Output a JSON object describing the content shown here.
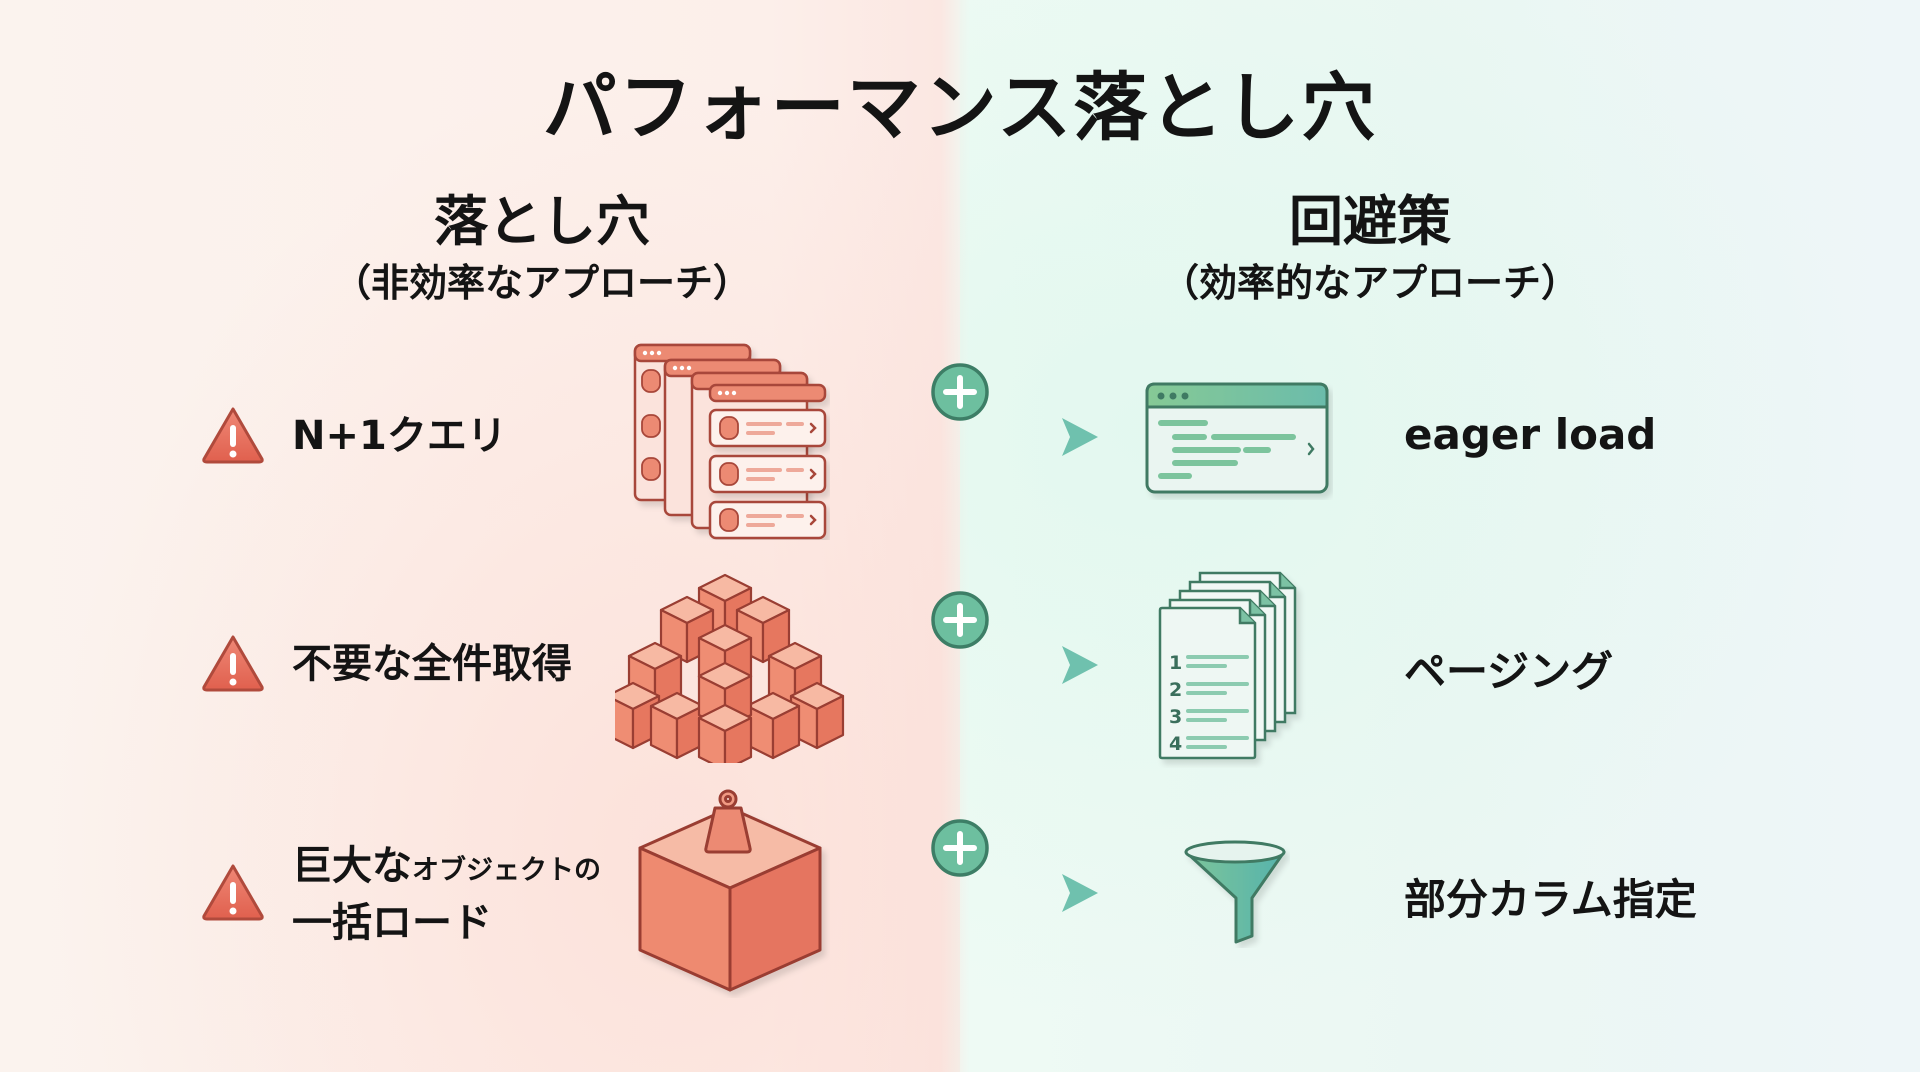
{
  "title": "パフォーマンス落とし穴",
  "left_column": {
    "heading": "落とし穴",
    "subheading": "（非効率なアプローチ）",
    "accent_color": "#e8705e"
  },
  "right_column": {
    "heading": "回避策",
    "subheading": "（効率的なアプローチ）",
    "accent_color": "#5fb99a"
  },
  "rows": [
    {
      "pitfall": {
        "label": "N+1クエリ",
        "icon": "stacked-query-windows-icon"
      },
      "solution": {
        "label": "eager load",
        "icon": "code-window-icon"
      }
    },
    {
      "pitfall": {
        "label": "不要な全件取得",
        "icon": "cube-pile-icon"
      },
      "solution": {
        "label": "ページング",
        "icon": "numbered-pages-icon",
        "page_numbers": [
          "1",
          "2",
          "3",
          "4"
        ]
      }
    },
    {
      "pitfall": {
        "label_large": "巨大な",
        "label_small": "オブジェクトの",
        "label_line2": "一括ロード",
        "icon": "heavy-cube-icon"
      },
      "solution": {
        "label": "部分カラム指定",
        "icon": "funnel-icon"
      }
    }
  ],
  "connector": {
    "icon": "plus-circle-icon"
  }
}
